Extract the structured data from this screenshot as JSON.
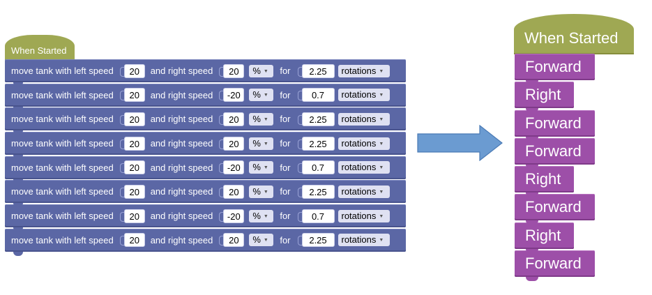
{
  "left_program": {
    "hat_label": "When Started",
    "blocks": [
      {
        "label": "move tank with left speed",
        "left_speed": "20",
        "right_label": "and right speed",
        "right_speed": "20",
        "unit_pct": "%",
        "for_label": "for",
        "amount": "2.25",
        "unit": "rotations"
      },
      {
        "label": "move tank with left speed",
        "left_speed": "20",
        "right_label": "and right speed",
        "right_speed": "-20",
        "unit_pct": "%",
        "for_label": "for",
        "amount": "0.7",
        "unit": "rotations"
      },
      {
        "label": "move tank with left speed",
        "left_speed": "20",
        "right_label": "and right speed",
        "right_speed": "20",
        "unit_pct": "%",
        "for_label": "for",
        "amount": "2.25",
        "unit": "rotations"
      },
      {
        "label": "move tank with left speed",
        "left_speed": "20",
        "right_label": "and right speed",
        "right_speed": "20",
        "unit_pct": "%",
        "for_label": "for",
        "amount": "2.25",
        "unit": "rotations"
      },
      {
        "label": "move tank with left speed",
        "left_speed": "20",
        "right_label": "and right speed",
        "right_speed": "-20",
        "unit_pct": "%",
        "for_label": "for",
        "amount": "0.7",
        "unit": "rotations"
      },
      {
        "label": "move tank with left speed",
        "left_speed": "20",
        "right_label": "and right speed",
        "right_speed": "20",
        "unit_pct": "%",
        "for_label": "for",
        "amount": "2.25",
        "unit": "rotations"
      },
      {
        "label": "move tank with left speed",
        "left_speed": "20",
        "right_label": "and right speed",
        "right_speed": "-20",
        "unit_pct": "%",
        "for_label": "for",
        "amount": "0.7",
        "unit": "rotations"
      },
      {
        "label": "move tank with left speed",
        "left_speed": "20",
        "right_label": "and right speed",
        "right_speed": "20",
        "unit_pct": "%",
        "for_label": "for",
        "amount": "2.25",
        "unit": "rotations"
      }
    ]
  },
  "right_program": {
    "hat_label": "When Started",
    "blocks": [
      {
        "label": "Forward",
        "kind": "forward"
      },
      {
        "label": "Right",
        "kind": "right"
      },
      {
        "label": "Forward",
        "kind": "forward"
      },
      {
        "label": "Forward",
        "kind": "forward"
      },
      {
        "label": "Right",
        "kind": "right"
      },
      {
        "label": "Forward",
        "kind": "forward"
      },
      {
        "label": "Right",
        "kind": "right"
      },
      {
        "label": "Forward",
        "kind": "forward"
      }
    ]
  },
  "colors": {
    "event_block": "#9fa853",
    "motor_block": "#5b67a5",
    "move_block": "#9d4fa8",
    "arrow_fill": "#6b9bd1",
    "arrow_stroke": "#4a7ab5"
  }
}
